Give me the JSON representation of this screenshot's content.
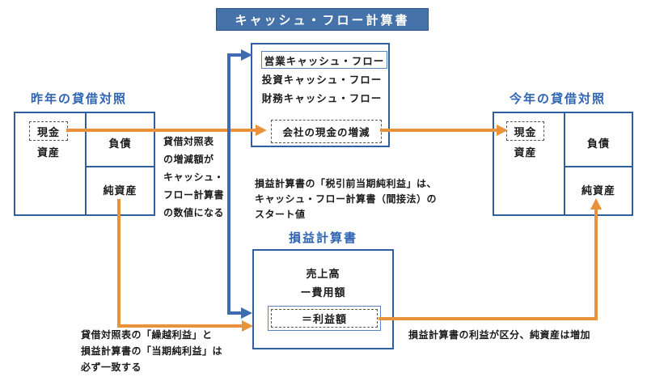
{
  "diagram": {
    "title": "キャッシュ・フロー計算書",
    "last_year_bs": {
      "heading": "昨年の貸借対照",
      "cash": "現金",
      "assets": "資産",
      "liabilities": "負債",
      "net_assets": "純資産"
    },
    "this_year_bs": {
      "heading": "今年の貸借対照",
      "cash": "現金",
      "assets": "資産",
      "liabilities": "負債",
      "net_assets": "純資産"
    },
    "cash_flow_box": {
      "items": [
        "営業キャッシュ・フロー",
        "投資キャッシュ・フロー",
        "財務キャッシュ・フロー"
      ],
      "result": "会社の現金の増減"
    },
    "income_statement": {
      "heading": "損益計算書",
      "sales": "売上高",
      "expenses": "ー費用額",
      "profit": "＝利益額"
    },
    "annotations": {
      "bs_delta_note": "貸借対照表\nの増減額が\nキャッシュ・\nフロー計算書\nの数値になる",
      "indirect_start_note": "損益計算書の「税引前当期純利益」は、\nキャッシュ・フロー計算書（間接法）の\nスタート値",
      "retained_profit_note": "貸借対照表の「繰越利益」と\n損益計算書の「当期純利益」は\n必ず一致する",
      "net_assets_increase_note": "損益計算書の利益が区分、純資産は増加"
    },
    "colors": {
      "title_bg": "#4572A9",
      "box_border": "#2F5F9E",
      "heading_text": "#2E64B2",
      "orange_arrow": "#E8923C",
      "blue_arrow": "#3D6CB3",
      "dashed_border": "#555555",
      "body_text": "#1A1A1A"
    }
  }
}
